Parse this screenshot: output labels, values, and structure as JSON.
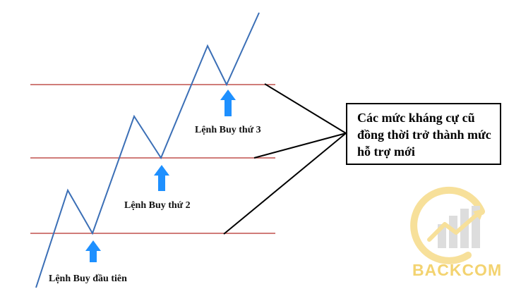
{
  "annotations": {
    "buy_1": "Lệnh Buy đầu tiên",
    "buy_2": "Lệnh Buy thứ 2",
    "buy_3": "Lệnh Buy thứ 3"
  },
  "callout": {
    "text": "Các mức kháng cự cũ đồng thời trở thành mức hỗ trợ mới"
  },
  "watermark": {
    "brand": "BACKCOM"
  },
  "colors": {
    "level_line": "#c0504d",
    "price_line": "#3b6fb6",
    "arrow": "#1e90ff",
    "watermark_gold": "#f2cc58",
    "watermark_gray": "#c8c8c8"
  }
}
